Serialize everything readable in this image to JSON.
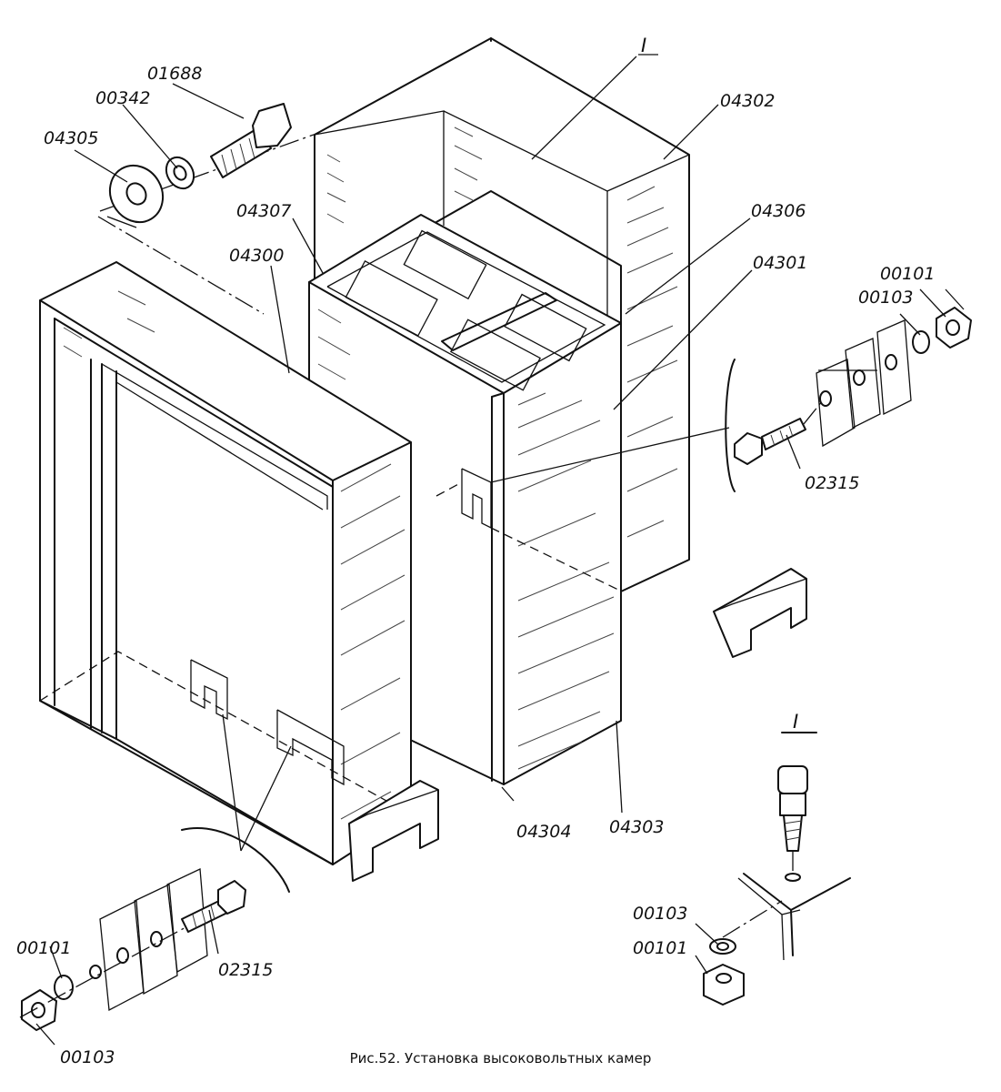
{
  "figure": {
    "caption": "Рис.52. Установка высоковольтных камер",
    "detail_mark": "I",
    "detail_title": "I"
  },
  "parts": {
    "p01688": "01688",
    "p00342": "00342",
    "p04305": "04305",
    "p04302": "04302",
    "p04307": "04307",
    "p04306": "04306",
    "p04300": "04300",
    "p04301": "04301",
    "p00101_right": "00101",
    "p00103_right": "00103",
    "p02315_right": "02315",
    "p04304": "04304",
    "p04303": "04303",
    "p00103_detail": "00103",
    "p00101_detail": "00101",
    "p02315_bottom": "02315",
    "p00101_bottom": "00101",
    "p00103_bottom": "00103"
  }
}
